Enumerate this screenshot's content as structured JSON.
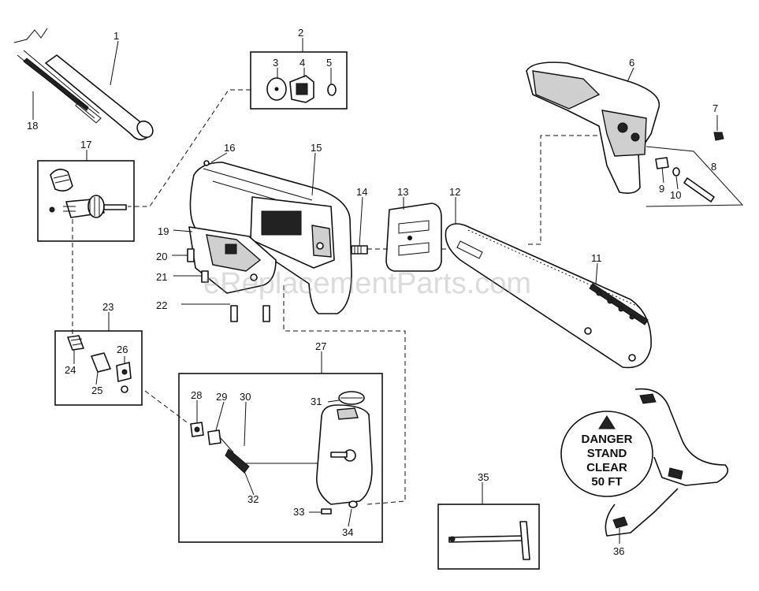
{
  "diagram": {
    "watermark": "eReplacementParts.com",
    "sign_lines": [
      "DANGER",
      "STAND",
      "CLEAR",
      "50 FT"
    ],
    "callouts": [
      "1",
      "2",
      "3",
      "4",
      "5",
      "6",
      "7",
      "8",
      "9",
      "10",
      "11",
      "12",
      "13",
      "14",
      "15",
      "16",
      "17",
      "18",
      "19",
      "20",
      "21",
      "22",
      "23",
      "24",
      "25",
      "26",
      "27",
      "28",
      "29",
      "30",
      "31",
      "32",
      "33",
      "34",
      "35",
      "36"
    ]
  }
}
